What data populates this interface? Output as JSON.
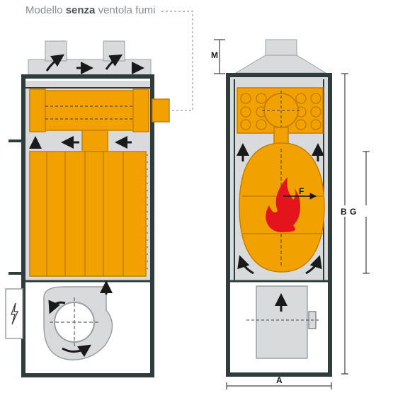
{
  "caption": {
    "prefix": "Modello ",
    "emphasis": "senza",
    "suffix": " ventola fumi"
  },
  "dimension_labels": {
    "m": "M",
    "b": "B",
    "g": "G",
    "f": "F",
    "a": "A"
  },
  "colors": {
    "casing_outline": "#2e3d3b",
    "interior_grey": "#d9dadb",
    "heat_exchanger_orange": "#f2a200",
    "exchanger_outline": "#c67f00",
    "flame_red": "#e3141b",
    "arrow_dark": "#1a1a1a",
    "dashed_leader": "#9b9b9b",
    "caption_text": "#8a8f93"
  },
  "icons": {
    "airflow": "arrow-icon",
    "burner": "flame-icon",
    "electrical": "lightning-icon"
  }
}
